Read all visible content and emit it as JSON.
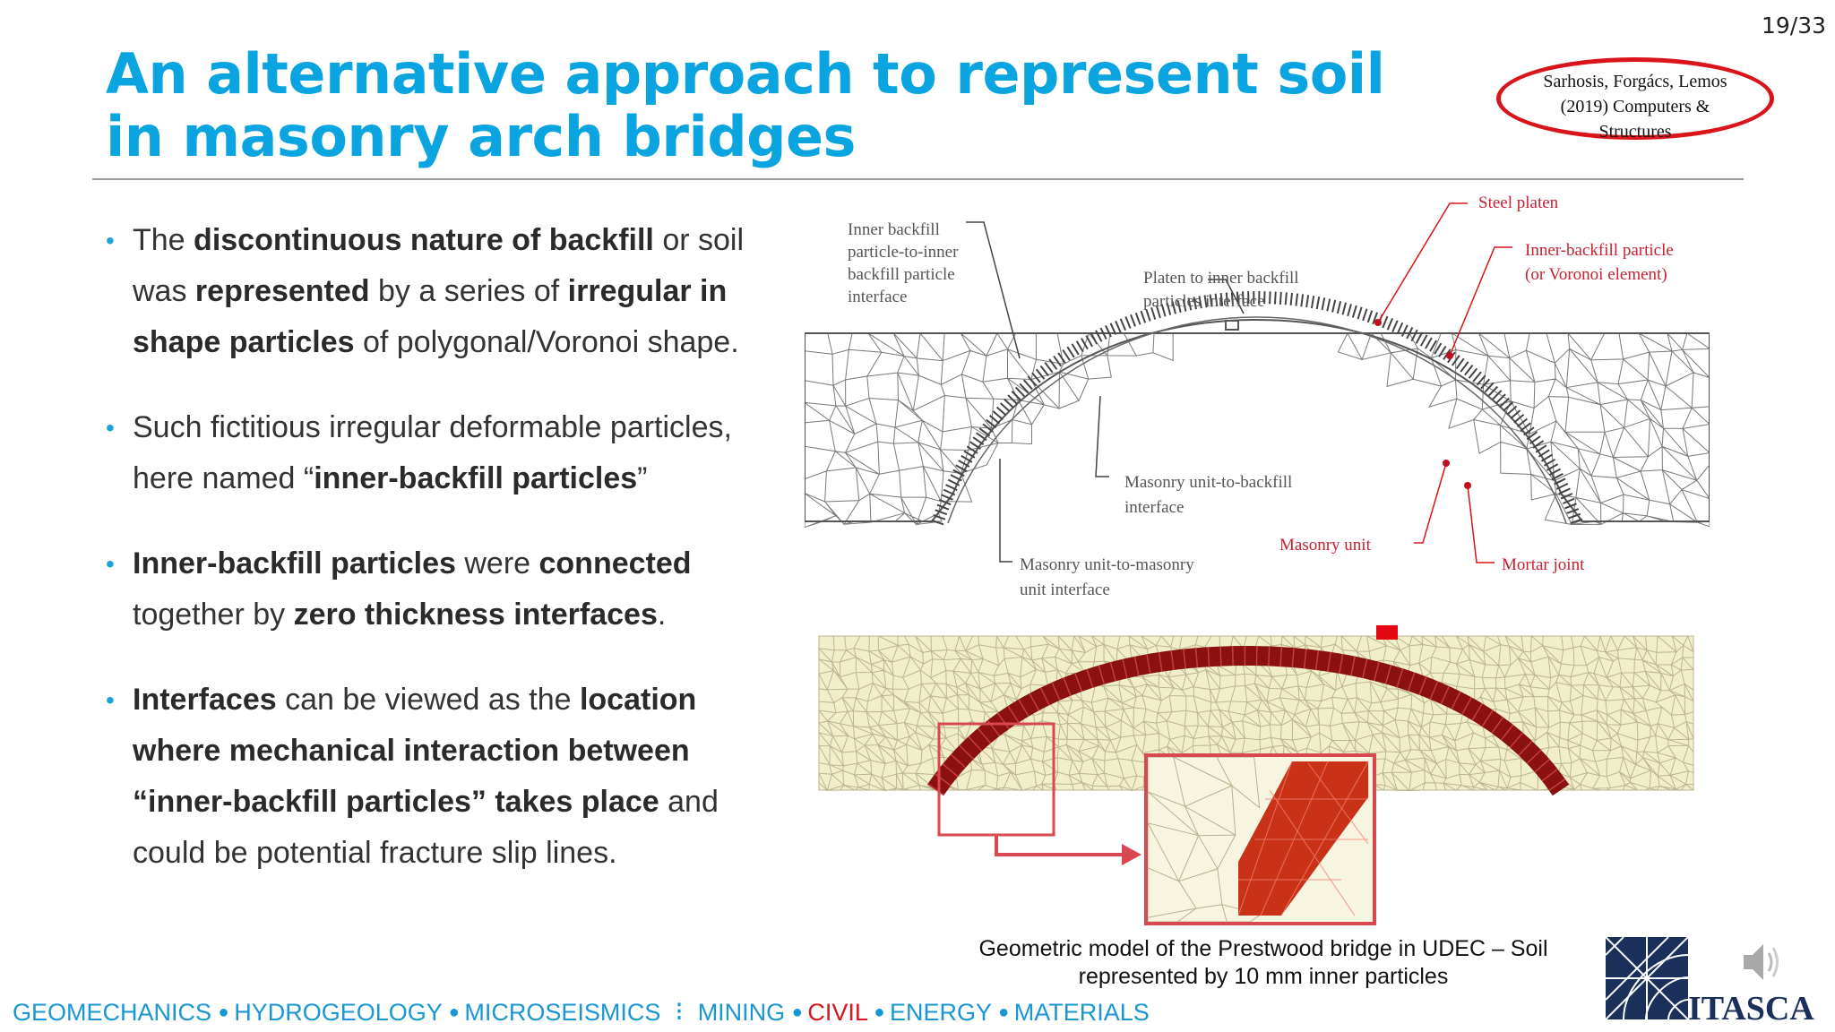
{
  "slide_number": "19/33",
  "title_line1": "An alternative approach to represent soil",
  "title_line2": "in masonry arch bridges",
  "citation": [
    "Sarhosis, Forgács, Lemos",
    "(2019) Computers &",
    "Structures"
  ],
  "bullets": [
    [
      {
        "t": "The "
      },
      {
        "t": "discontinuous nature of backfill",
        "b": true
      },
      {
        "t": " or soil was "
      },
      {
        "t": "represented",
        "b": true
      },
      {
        "t": " by a series of "
      },
      {
        "t": "irregular in shape particles",
        "b": true
      },
      {
        "t": " of polygonal/Voronoi shape."
      }
    ],
    [
      {
        "t": "Such fictitious irregular deformable particles, here named “"
      },
      {
        "t": "inner-backfill particles",
        "b": true
      },
      {
        "t": "”"
      }
    ],
    [
      {
        "t": "Inner-backfill particles",
        "b": true
      },
      {
        "t": " were "
      },
      {
        "t": "connected",
        "b": true
      },
      {
        "t": " together by "
      },
      {
        "t": "zero thickness interfaces",
        "b": true
      },
      {
        "t": "."
      }
    ],
    [
      {
        "t": "Interfaces",
        "b": true
      },
      {
        "t": " can be viewed as the "
      },
      {
        "t": "location where mechanical interaction between “inner-backfill particles” takes place",
        "b": true
      },
      {
        "t": " and could be potential fracture slip lines."
      }
    ]
  ],
  "figure_top": {
    "labels": {
      "inner_interface": [
        "Inner backfill",
        "particle-to-inner",
        "backfill particle",
        "interface"
      ],
      "platen_interface": [
        "Platen to inner backfill",
        "particles interface"
      ],
      "steel_platen": "Steel platen",
      "inner_particle": [
        "Inner-backfill particle",
        "(or Voronoi element)"
      ],
      "masonry_backfill": [
        "Masonry unit-to-backfill",
        "interface"
      ],
      "masonry_masonry": [
        "Masonry unit-to-masonry",
        "unit interface"
      ],
      "masonry_unit": "Masonry unit",
      "mortar_joint": "Mortar joint"
    }
  },
  "caption_lines": [
    "Geometric model of the Prestwood bridge in UDEC – Soil",
    "represented by 10 mm inner particles"
  ],
  "footer": {
    "items1": [
      "GEOMECHANICS",
      "HYDROGEOLOGY",
      "MICROSEISMICS"
    ],
    "items2_pre": "MINING",
    "civil": "CIVIL",
    "items2_post": [
      "ENERGY",
      "MATERIALS"
    ]
  },
  "logo_text": "ITASCA",
  "colors": {
    "title": "#0aa4e0",
    "accent_red": "#d9141b",
    "arch_red": "#8b1010",
    "soil": "#f1efcb",
    "footer_blue": "#1996d4"
  }
}
